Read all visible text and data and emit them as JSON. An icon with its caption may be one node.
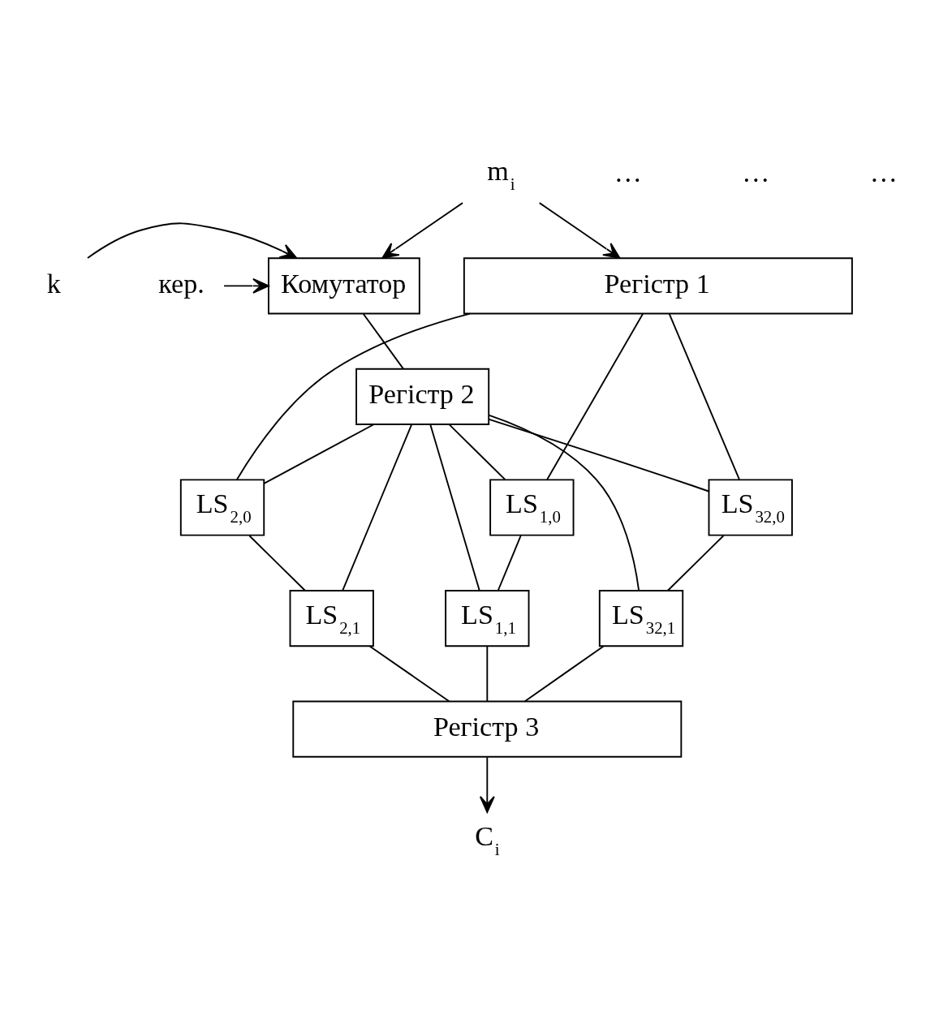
{
  "diagram": {
    "nodes": [
      {
        "text": [
          "Регістр 1"
        ]
      },
      {
        "text": [
          "Регістр 2"
        ]
      },
      {
        "text": [
          "Комутатор"
        ]
      },
      {
        "text": [
          "LS$_{1,0}$"
        ]
      },
      {
        "text": [
          "LS$_{1,1}$"
        ]
      },
      {
        "text": [
          "LS$_{2,0}$"
        ]
      },
      {
        "text": [
          "LS$_{2,1}$"
        ]
      },
      {
        "text": [
          "LS$_{32,0}$"
        ]
      },
      {
        "text": [
          "LS$_{32,1}$"
        ]
      },
      {
        "text": [
          "Регістр 3"
        ]
      },
      {
        "text": [
          "m$_{i}$"
        ]
      },
      {
        "text": [
          "k"
        ]
      },
      {
        "text": [
          "кер."
        ]
      },
      {
        "text": [
          "C$_{i}$"
        ]
      }
    ],
    "edges": [
      {
        "from": 10,
        "to": 0,
        "arrow": "to"
      },
      {
        "from": 10,
        "to": 2,
        "arrow": "to"
      },
      {
        "from": 11,
        "to": 2,
        "arrow": "to"
      },
      {
        "from": 12,
        "to": 2,
        "arrow": "to"
      },
      {
        "from": 2,
        "to": 1,
        "arrow": "none"
      },
      {
        "from": 0,
        "to": 3,
        "arrow": "none"
      },
      {
        "from": 0,
        "to": 5,
        "arrow": "none"
      },
      {
        "from": 0,
        "to": 7,
        "arrow": "none"
      },
      {
        "from": 1,
        "to": 3,
        "arrow": "none"
      },
      {
        "from": 1,
        "to": 4,
        "arrow": "none"
      },
      {
        "from": 3,
        "to": 4,
        "arrow": "none"
      },
      {
        "from": 1,
        "to": 5,
        "arrow": "none"
      },
      {
        "from": 1,
        "to": 6,
        "arrow": "none"
      },
      {
        "from": 5,
        "to": 6,
        "arrow": "none"
      },
      {
        "from": 1,
        "to": 7,
        "arrow": "none"
      },
      {
        "from": 1,
        "to": 8,
        "arrow": "none"
      },
      {
        "from": 7,
        "to": 8,
        "arrow": "none"
      },
      {
        "from": 4,
        "to": 9,
        "arrow": "none"
      },
      {
        "from": 6,
        "to": 9,
        "arrow": "none"
      },
      {
        "from": 8,
        "to": 9,
        "arrow": "none"
      },
      {
        "from": 9,
        "to": 13,
        "arrow": "to"
      }
    ],
    "labels": [
      "…",
      "…",
      "…"
    ]
  }
}
